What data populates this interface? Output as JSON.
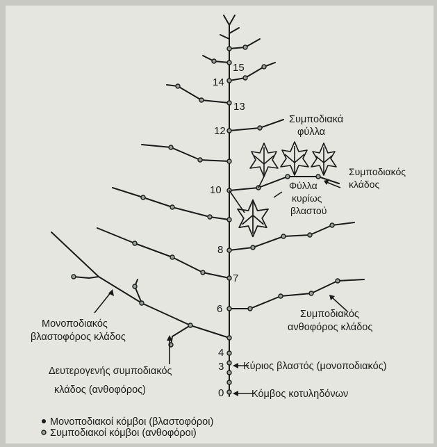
{
  "diagram": {
    "node_numbers": [
      "15",
      "14",
      "13",
      "12",
      "10",
      "8",
      "7",
      "6",
      "4",
      "3",
      "0"
    ],
    "labels": {
      "sympodial_leaves": [
        "Συμποδιακά",
        "φύλλα"
      ],
      "sympodial_branch": [
        "Συμποδιακός",
        "κλάδος"
      ],
      "main_shoot_leaves": [
        "Φύλλα",
        "κυρίως",
        "βλαστού"
      ],
      "sympodial_flowering_branch": [
        "Συμποδιακός",
        "ανθοφόρος κλάδος"
      ],
      "monopodial_branch": [
        "Μονοποδιακός",
        "βλαστοφόρος κλάδος"
      ],
      "secondary_sympodial": [
        "Δευτερογενής συμποδιακός",
        "κλάδος (ανθοφόρος)"
      ],
      "main_shoot": "Κύριος βλαστός (μονοποδιακός)",
      "cotyledon_node": "Κόμβος κοτυληδόνων"
    },
    "legend": [
      "Μονοποδιακοί κόμβοι (βλαστοφόροι)",
      "Συμποδιακοί κόμβοι (ανθοφόροι)"
    ]
  },
  "colors": {
    "background": "#e6e6e1",
    "ink": "#1a1a1a",
    "node_fill": "#9aa39a"
  }
}
